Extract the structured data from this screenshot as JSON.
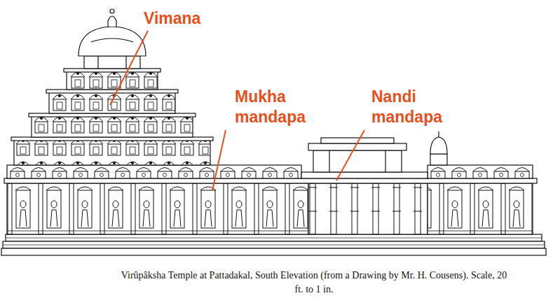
{
  "diagram": {
    "caption": "Virûpâksha Temple at Pattadakal, South Elevation (from a Drawing by Mr. H. Cousens). Scale, 20 ft. to 1 in.",
    "labels": [
      "Vimana",
      "Mukha mandapa",
      "Nandi mandapa"
    ]
  }
}
